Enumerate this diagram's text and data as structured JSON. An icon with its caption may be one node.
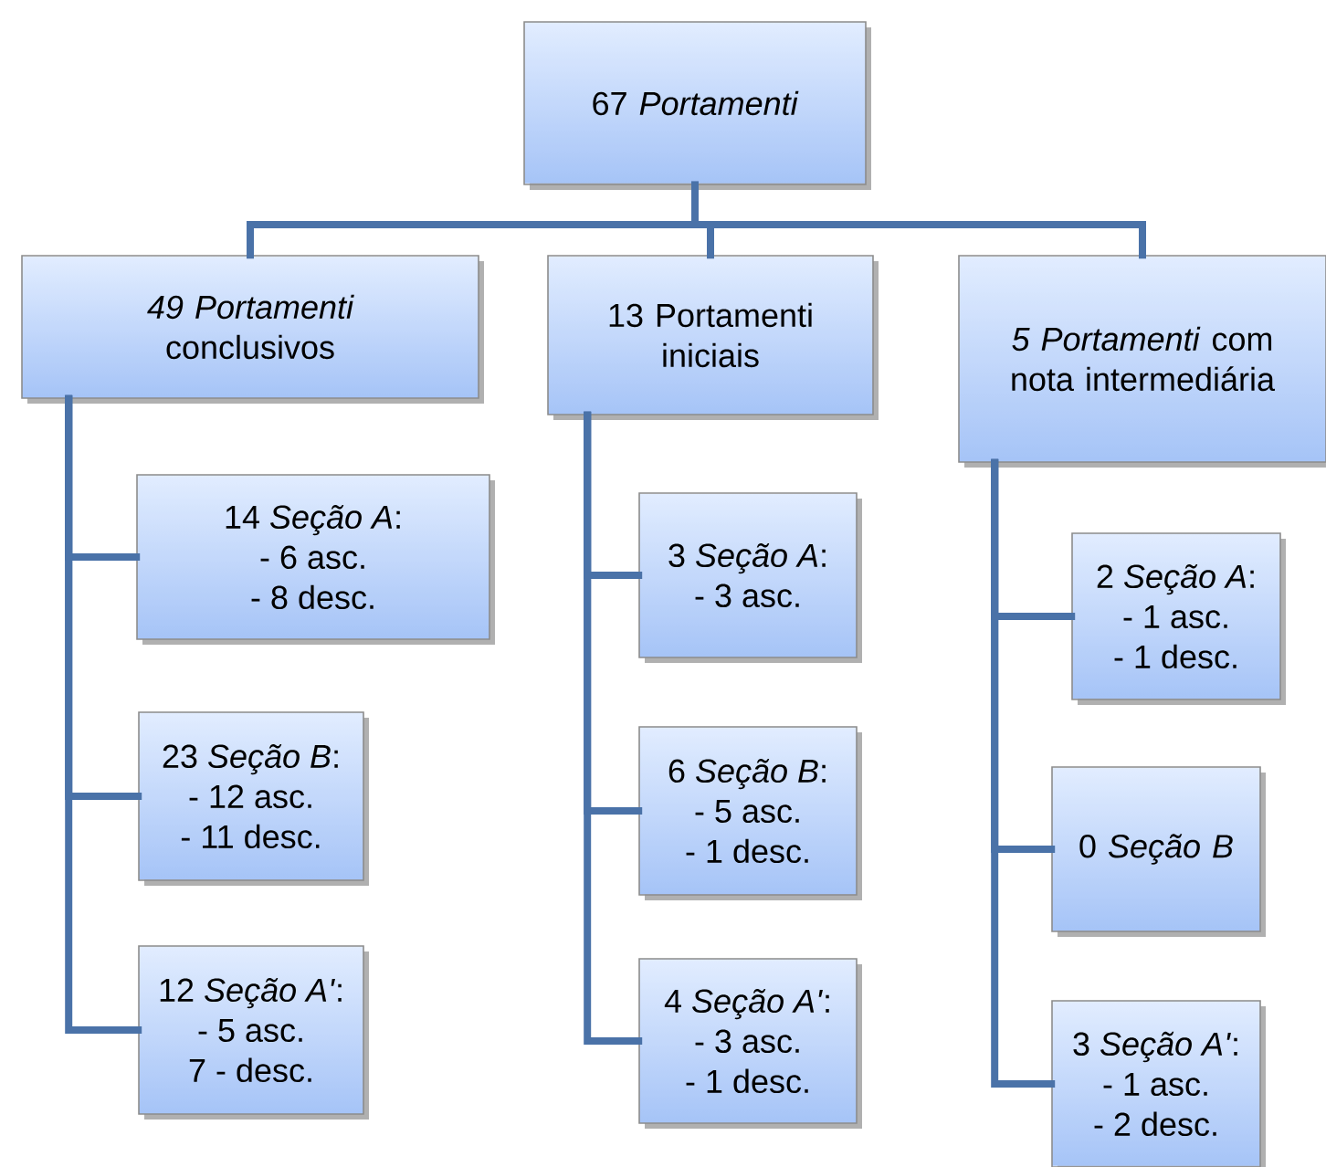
{
  "diagram": {
    "nodes": [
      {
        "text": [
          "67 *Portamenti*"
        ]
      },
      {
        "text": [
          "*49 Portamenti* conclusivos"
        ]
      },
      {
        "text": [
          "13 Portamenti iniciais"
        ]
      },
      {
        "text": [
          "*5 Portamenti* com nota intermediária"
        ]
      },
      {
        "text": [
          "14 *Seção A*:",
          "- 6 asc.",
          "- 8 desc."
        ]
      },
      {
        "text": [
          "23 *Seção B*:",
          "- 12 asc.",
          "- 11 desc."
        ]
      },
      {
        "text": [
          "12 *Seção A'*:",
          "- 5 asc.",
          "7 - desc."
        ]
      },
      {
        "text": [
          "3 *Seção A*:",
          "- 3 asc."
        ]
      },
      {
        "text": [
          "6 *Seção B*:",
          "- 5 asc.",
          "- 1 desc."
        ]
      },
      {
        "text": [
          "4 *Seção A'*:",
          "- 3 asc.",
          "- 1 desc."
        ]
      },
      {
        "text": [
          "2 *Seção A*:",
          "- 1 asc.",
          "- 1 desc."
        ]
      },
      {
        "text": [
          "0 *Seção B*"
        ]
      },
      {
        "text": [
          "3 *Seção A'*:",
          "- 1 asc.",
          "- 2 desc."
        ]
      }
    ],
    "edges": [
      {
        "from": 0,
        "to": 1,
        "arrow": "none"
      },
      {
        "from": 0,
        "to": 2,
        "arrow": "none"
      },
      {
        "from": 0,
        "to": 3,
        "arrow": "none"
      },
      {
        "from": 1,
        "to": 4,
        "arrow": "none"
      },
      {
        "from": 1,
        "to": 5,
        "arrow": "none"
      },
      {
        "from": 1,
        "to": 6,
        "arrow": "none"
      },
      {
        "from": 2,
        "to": 7,
        "arrow": "none"
      },
      {
        "from": 2,
        "to": 8,
        "arrow": "none"
      },
      {
        "from": 2,
        "to": 9,
        "arrow": "none"
      },
      {
        "from": 3,
        "to": 10,
        "arrow": "none"
      },
      {
        "from": 3,
        "to": 11,
        "arrow": "none"
      },
      {
        "from": 3,
        "to": 12,
        "arrow": "none"
      }
    ]
  }
}
